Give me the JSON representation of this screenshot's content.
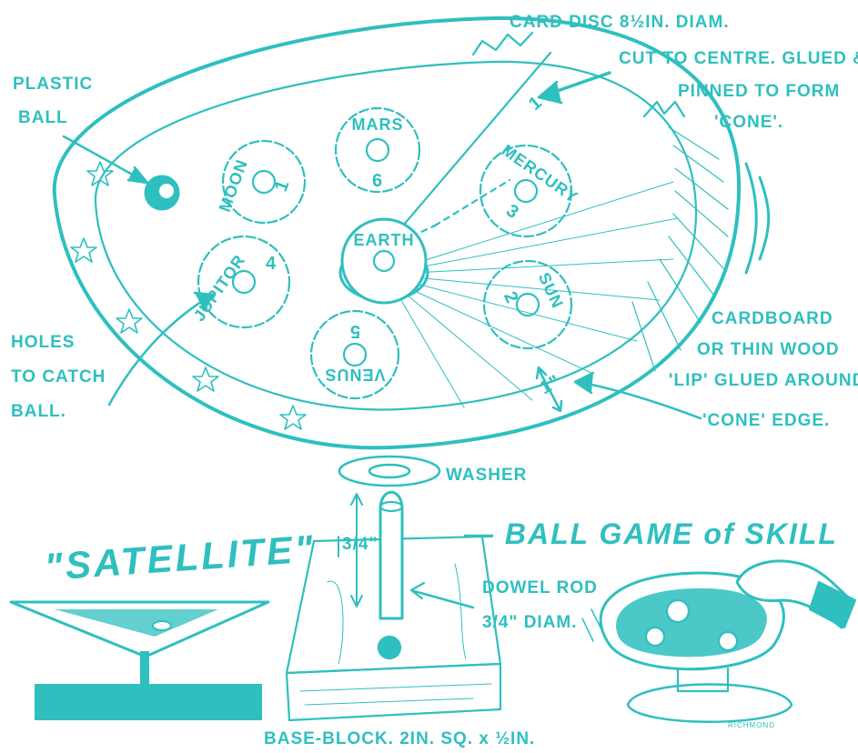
{
  "accent": "#2fbfbf",
  "labels": {
    "card_disc_1": "CARD DISC 8½IN. DIAM.",
    "card_disc_2": "CUT TO CENTRE. GLUED &",
    "card_disc_3": "PINNED TO FORM",
    "card_disc_4": "'CONE'.",
    "plastic_ball_1": "PLASTIC",
    "plastic_ball_2": "BALL",
    "holes_1": "HOLES",
    "holes_2": "TO CATCH",
    "holes_3": "BALL.",
    "lip_1": "CARDBOARD",
    "lip_2": "OR THIN WOOD",
    "lip_3": "'LIP' GLUED AROUND",
    "lip_4": "'CONE' EDGE.",
    "washer": "WASHER",
    "dowel_1": "DOWEL ROD",
    "dowel_2": "3/4\" DIAM.",
    "height": "3/4\"",
    "lip_width": "1\"",
    "cut_mark": "1",
    "base": "BASE-BLOCK. 2IN. SQ. x ½IN.",
    "title": "\"SATELLITE\"",
    "slogan": "— BALL GAME of SKILL",
    "signature": "RICHMOND"
  },
  "holes": [
    {
      "name": "MOON",
      "points": "1"
    },
    {
      "name": "MARS",
      "points": "6"
    },
    {
      "name": "MERCURY",
      "points": "3"
    },
    {
      "name": "JUPITOR",
      "points": "4"
    },
    {
      "name": "EARTH",
      "points": ""
    },
    {
      "name": "SUN",
      "points": "2"
    },
    {
      "name": "VENUS",
      "points": "5"
    }
  ]
}
